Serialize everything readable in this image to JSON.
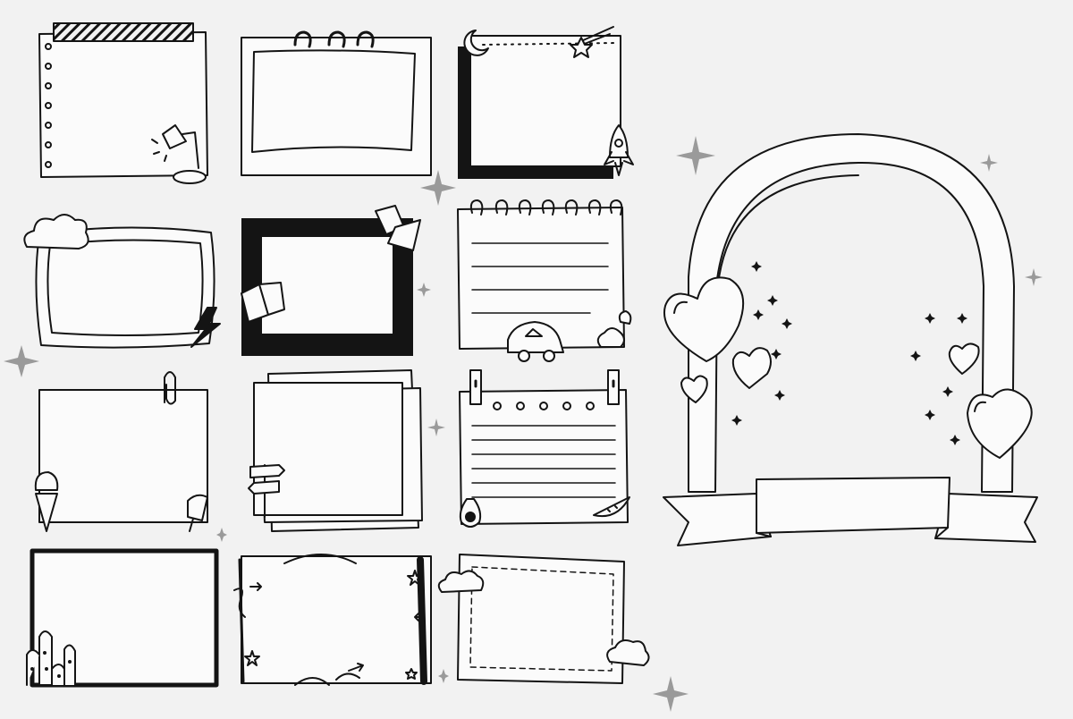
{
  "canvas": {
    "background": "#f2f2f2",
    "ink": "#141414",
    "sparkle_color": "#9a9a9a"
  },
  "frames": [
    {
      "name": "frame-washi-tape-lamp",
      "style": "tape-punched",
      "decor": [
        "washi-tape",
        "punched-holes",
        "desk-lamp-icon"
      ]
    },
    {
      "name": "frame-binder-rings",
      "style": "double-border",
      "decor": [
        "binder-rings"
      ]
    },
    {
      "name": "frame-moon-rocket",
      "style": "shadow-dotted",
      "decor": [
        "crescent-moon-icon",
        "shooting-star-icon",
        "rocket-icon"
      ]
    },
    {
      "name": "frame-cloud-lightning",
      "style": "wavy",
      "decor": [
        "cloud-icon",
        "lightning-icon"
      ]
    },
    {
      "name": "frame-thick-books",
      "style": "thick-border",
      "decor": [
        "open-book-icon",
        "open-book-icon"
      ]
    },
    {
      "name": "frame-spiral-notepad-car",
      "style": "lined-spiral",
      "decor": [
        "spiral-rings",
        "car-icon",
        "bush-icon"
      ]
    },
    {
      "name": "frame-paperclip-icecream",
      "style": "plain",
      "decor": [
        "paperclip-icon",
        "ice-cream-icon",
        "popsicle-icon"
      ]
    },
    {
      "name": "frame-stacked-signpost",
      "style": "stacked",
      "decor": [
        "signpost-icon"
      ]
    },
    {
      "name": "frame-pinned-lined-avocado",
      "style": "lined-pinned",
      "decor": [
        "clip-pins",
        "avocado-icon",
        "watermelon-icon"
      ]
    },
    {
      "name": "frame-cactus",
      "style": "thick-outline",
      "decor": [
        "cactus-icon"
      ]
    },
    {
      "name": "frame-doodle-arrows",
      "style": "doodle",
      "decor": [
        "arrow-icon",
        "star-icon",
        "swirl-icon"
      ]
    },
    {
      "name": "frame-dashed-clouds",
      "style": "dashed",
      "decor": [
        "cloud-icon",
        "cloud-icon"
      ]
    }
  ],
  "arch_frame": {
    "name": "arch-frame-hearts-banner",
    "decor": [
      "heart-icon",
      "heart-icon",
      "heart-icon",
      "heart-icon",
      "ribbon-banner",
      "sparkle-icon"
    ]
  }
}
